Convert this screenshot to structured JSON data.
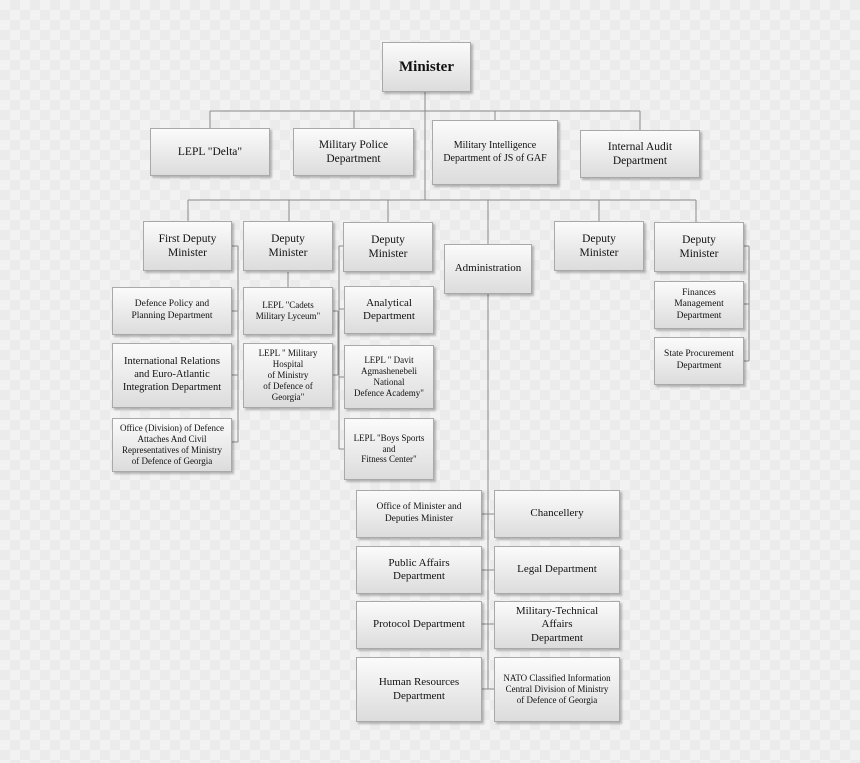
{
  "org_chart": {
    "minister": "Minister",
    "top_units": {
      "delta": "LEPL \"Delta\"",
      "military_police": "Military Police\nDepartment",
      "military_intelligence": "Military Intelligence\nDepartment of JS of GAF",
      "internal_audit": "Internal Audit\nDepartment"
    },
    "first_deputy": {
      "title": "First Deputy\nMinister",
      "units": [
        "Defence Policy and\nPlanning Department",
        "International Relations\nand Euro-Atlantic\nIntegration Department",
        "Office (Division) of Defence\nAttaches And Civil\nRepresentatives of Ministry\nof Defence of Georgia"
      ]
    },
    "deputy_2": {
      "title": "Deputy\nMinister",
      "units": [
        "LEPL \"Cadets\nMilitary Lyceum\"",
        "LEPL \" Military\nHospital\nof Ministry\nof Defence of\nGeorgia\""
      ]
    },
    "deputy_3": {
      "title": "Deputy\nMinister",
      "units": [
        "Analytical\nDepartment",
        "LEPL \" Davit\nAgmashenebeli\nNational\nDefence Academy\"",
        "LEPL \"Boys Sports\nand\nFitness Center\""
      ]
    },
    "administration": {
      "title": "Administration",
      "left_units": [
        "Office of Minister  and\nDeputies Minister",
        "Public Affairs\nDepartment",
        "Protocol Department",
        "Human Resources\nDepartment"
      ],
      "right_units": [
        "Chancellery",
        "Legal Department",
        "Military-Technical\nAffairs\nDepartment",
        "NATO Classified Information\nCentral Division of Ministry\nof  Defence of Georgia"
      ]
    },
    "deputy_5": {
      "title": "Deputy\nMinister"
    },
    "deputy_6": {
      "title": "Deputy\nMinister",
      "units": [
        "Finances\nManagement\nDepartment",
        "State Procurement\nDepartment"
      ]
    }
  }
}
